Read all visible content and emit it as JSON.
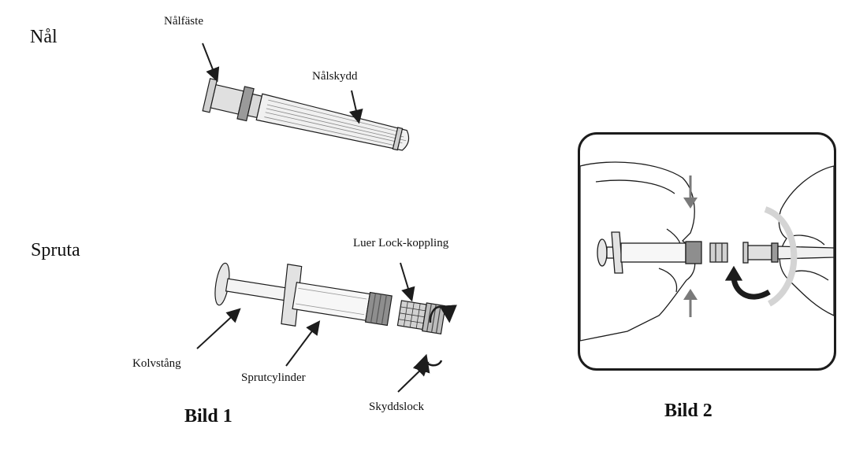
{
  "section1": {
    "needle_heading": "Nål",
    "syringe_heading": "Spruta"
  },
  "needle_labels": {
    "hub": "Nålfäste",
    "shield": "Nålskydd"
  },
  "syringe_labels": {
    "luer": "Luer Lock-koppling",
    "plunger": "Kolvstång",
    "barrel": "Sprutcylinder",
    "cap": "Skyddslock"
  },
  "captions": {
    "fig1": "Bild 1",
    "fig2": "Bild 2"
  },
  "colors": {
    "line": "#1c1c1c",
    "mid_gray": "#8a8a8a",
    "light_gray": "#d4d4d4",
    "arrow_gray": "#7a7a7a"
  }
}
